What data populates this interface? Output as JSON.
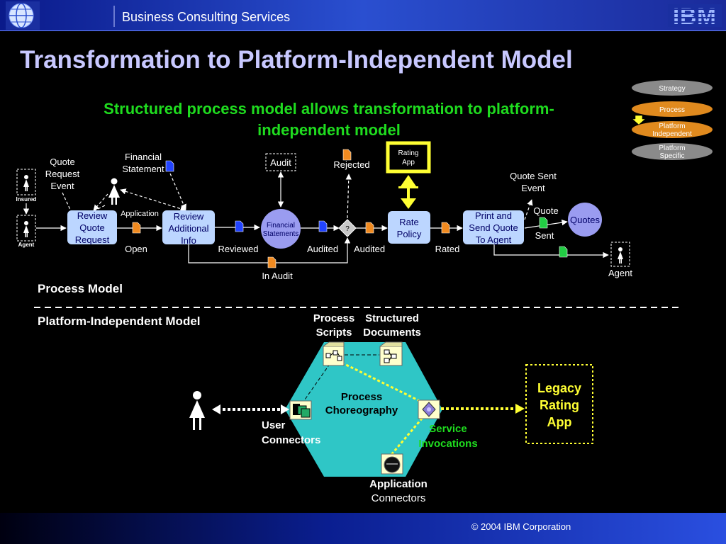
{
  "header": {
    "section": "Business Consulting Services",
    "logo": "IBM"
  },
  "title": "Transformation to Platform-Independent Model",
  "subtitle": [
    "Structured process model allows transformation to platform-",
    "independent model"
  ],
  "legend": {
    "strategy": "Strategy",
    "process": "Process",
    "platform_independent": [
      "Platform",
      "Independent"
    ],
    "platform_specific": [
      "Platform",
      "Specific"
    ]
  },
  "process_model": {
    "quote_request_event": [
      "Quote",
      "Request",
      "Event"
    ],
    "financial_statement": [
      "Financial",
      "Statement"
    ],
    "insured": "Insured",
    "agent_small": "Agent",
    "application": "Application",
    "review_quote_request": [
      "Review",
      "Quote",
      "Request"
    ],
    "review_additional_info": [
      "Review",
      "Additional",
      "Info"
    ],
    "financial_statements": [
      "Financial",
      "Statements"
    ],
    "audit": "Audit",
    "rejected": "Rejected",
    "rating_app": [
      "Rating",
      "App"
    ],
    "decision": "?",
    "rate_policy": [
      "Rate",
      "Policy"
    ],
    "print_and_send": [
      "Print and",
      "Send Quote",
      "To Agent"
    ],
    "quotes": "Quotes",
    "quote_sent_event": [
      "Quote Sent",
      "Event"
    ],
    "quote": "Quote",
    "sent": "Sent",
    "open": "Open",
    "reviewed": "Reviewed",
    "audited_1": "Audited",
    "audited_2": "Audited",
    "rated": "Rated",
    "in_audit": "In Audit",
    "agent": "Agent"
  },
  "section_labels": {
    "process_model": "Process Model",
    "platform_independent_model": "Platform-Independent Model"
  },
  "pim": {
    "process_scripts": [
      "Process",
      "Scripts"
    ],
    "structured_documents": [
      "Structured",
      "Documents"
    ],
    "process_choreography": [
      "Process",
      "Choreography"
    ],
    "user_connectors": [
      "User",
      "Connectors"
    ],
    "service_invocations": [
      "Service",
      "Invocations"
    ],
    "application_connectors": [
      "Application",
      "Connectors"
    ],
    "legacy_rating_app": [
      "Legacy",
      "Rating",
      "App"
    ]
  },
  "footer": {
    "copyright": "© 2004 IBM Corporation"
  },
  "colors": {
    "title": "#c8c8ff",
    "subtitle": "#1fdc1f",
    "process_box": "#bcd6ff",
    "circle": "#9a9cf0",
    "hexagon": "#2fc6c6",
    "yellow": "#ffff33",
    "legend_orange": "#e08a1e",
    "legend_gray": "#8a8a8a"
  }
}
